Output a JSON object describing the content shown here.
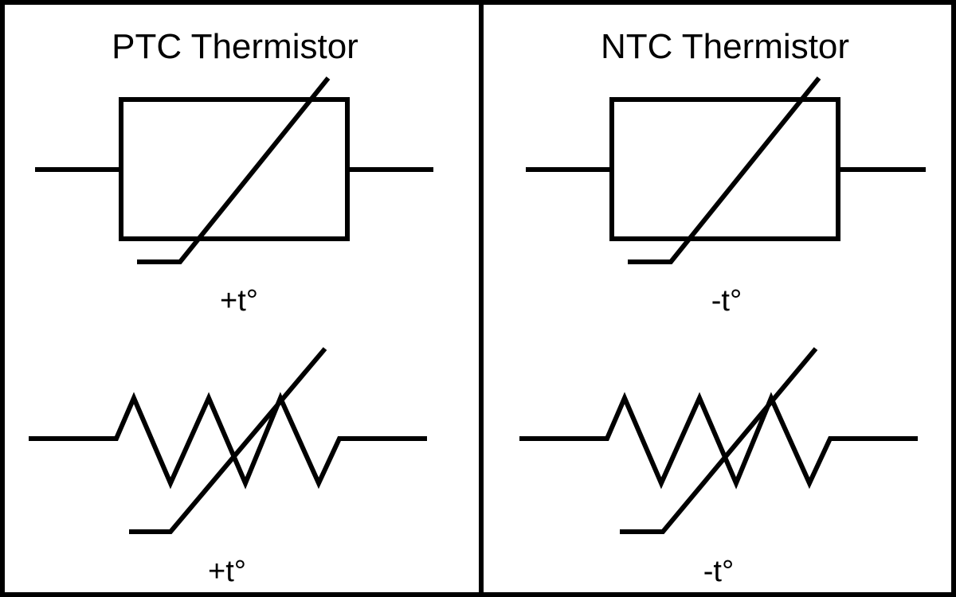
{
  "panels": [
    {
      "title": "PTC Thermistor",
      "box_symbol_label": "+t°",
      "zigzag_symbol_label": "+t°"
    },
    {
      "title": "NTC Thermistor",
      "box_symbol_label": "-t°",
      "zigzag_symbol_label": "-t°"
    }
  ],
  "colors": {
    "line": "#000000",
    "background": "#ffffff"
  }
}
